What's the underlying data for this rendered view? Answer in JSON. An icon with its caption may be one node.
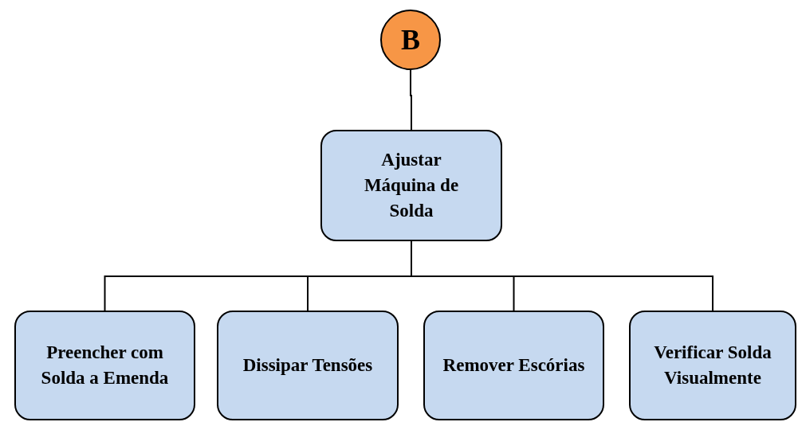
{
  "diagram": {
    "nodes": [
      {
        "text": [
          "B"
        ]
      },
      {
        "text": [
          "Ajustar Máquina de Solda"
        ]
      },
      {
        "text": [
          "Preencher com Solda a Emenda"
        ]
      },
      {
        "text": [
          "Dissipar Tensões"
        ]
      },
      {
        "text": [
          "Remover Escórias"
        ]
      },
      {
        "text": [
          "Verificar Solda Visualmente"
        ]
      }
    ],
    "edges": [
      {
        "from": 0,
        "to": 1,
        "arrow": "none"
      },
      {
        "from": 1,
        "to": 2,
        "arrow": "none"
      },
      {
        "from": 1,
        "to": 3,
        "arrow": "none"
      },
      {
        "from": 1,
        "to": 4,
        "arrow": "none"
      },
      {
        "from": 1,
        "to": 5,
        "arrow": "none"
      }
    ]
  }
}
